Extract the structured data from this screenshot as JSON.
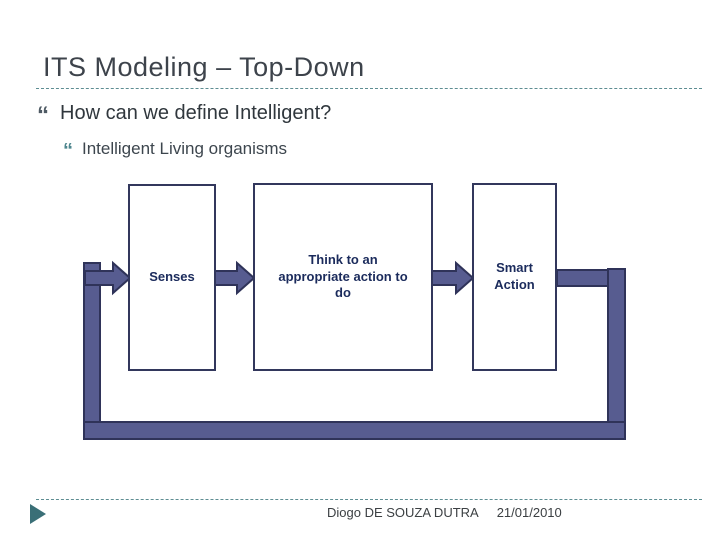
{
  "slide": {
    "title": "ITS Modeling – Top-Down",
    "bullets": {
      "glyph": "“",
      "level1": "How can we define Intelligent?",
      "level2": "Intelligent Living organisms"
    },
    "diagram": {
      "boxes": [
        {
          "name": "senses",
          "label": "Senses",
          "lines": [
            "Senses"
          ]
        },
        {
          "name": "think",
          "label": "Think to an appropriate action to do",
          "lines": [
            "Think to an",
            "appropriate action to",
            "do"
          ]
        },
        {
          "name": "smart-action",
          "label": "Smart Action",
          "lines": [
            "Smart",
            "Action"
          ]
        }
      ],
      "flow": "feedback loop from Smart Action back to Senses"
    },
    "footer": {
      "author": "Diogo DE SOUZA DUTRA",
      "date": "21/01/2010"
    },
    "colors": {
      "arrow_fill": "#575c90",
      "arrow_outline": "#2f3359",
      "box_border": "#32375c",
      "box_text": "#1b2b5c",
      "title_text": "#3d434b",
      "body_text": "#30373d",
      "accent_teal": "#4e868e",
      "footer_triangle": "#3a6f77",
      "footer_text": "#3c4043"
    }
  }
}
